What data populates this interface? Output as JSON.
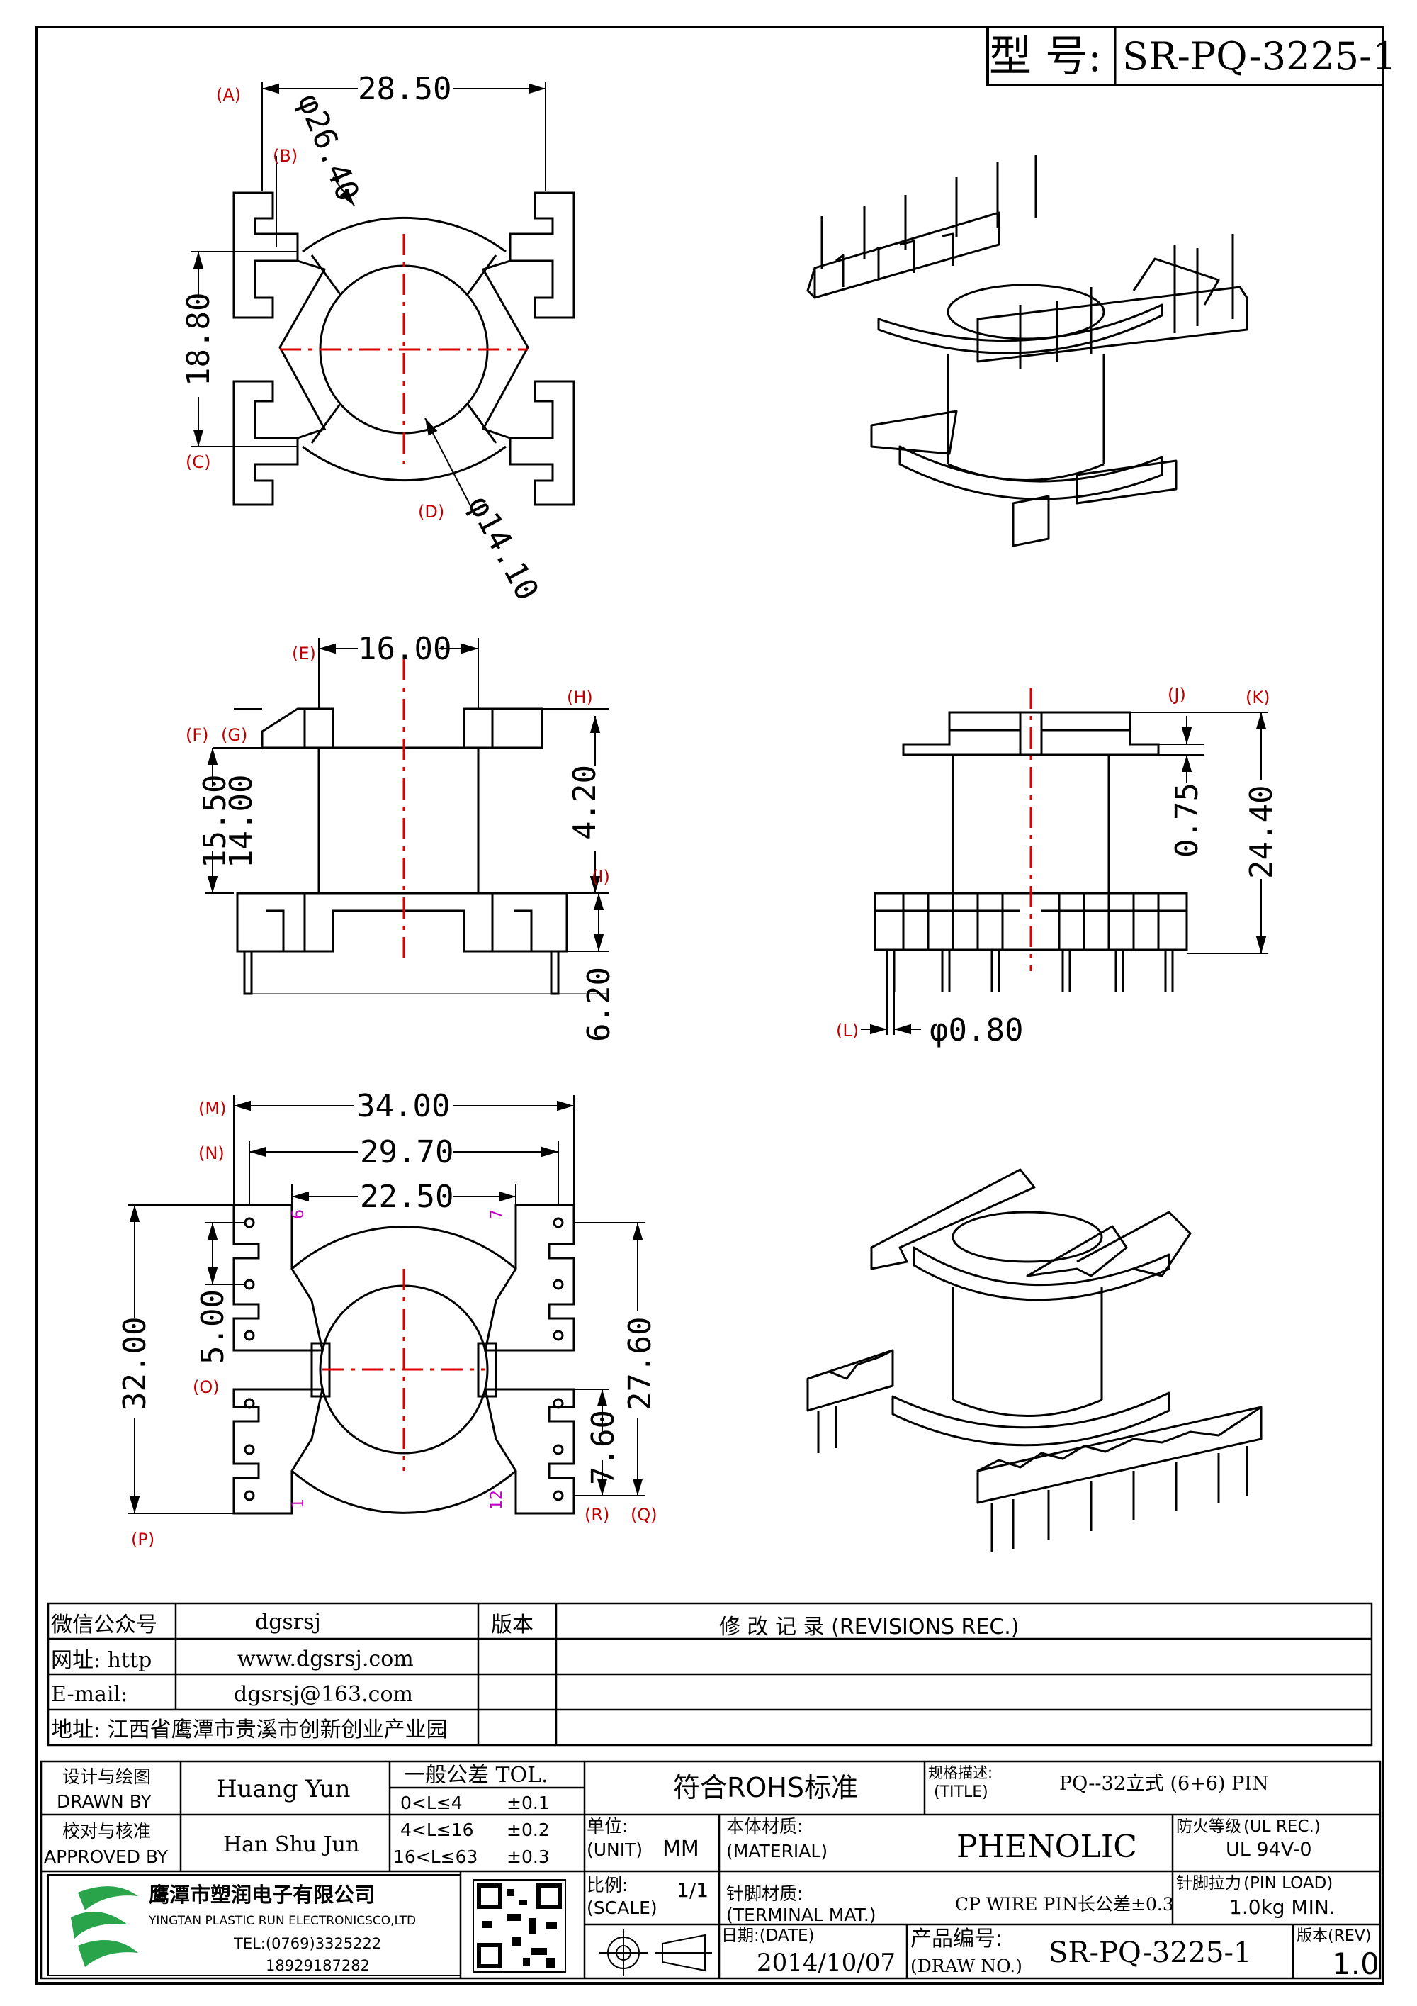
{
  "model_label": "型 号:",
  "model_number": "SR-PQ-3225-1",
  "top_view": {
    "dim_a": {
      "tag": "(A)",
      "value": "28.50"
    },
    "dim_b": {
      "tag": "(B)",
      "value": "φ26.40"
    },
    "dim_c": {
      "tag": "(C)",
      "value": "18.80"
    },
    "dim_d": {
      "tag": "(D)",
      "value": "φ14.10"
    }
  },
  "side_view": {
    "dim_e": {
      "tag": "(E)",
      "value": "16.00"
    },
    "tag_f": "(F)",
    "tag_g": "(G)",
    "dim_h": {
      "tag": "(H)",
      "value": "4.20"
    },
    "dim_i": {
      "tag": "(I)",
      "value": "6.20"
    },
    "dim_f_value": "15.50",
    "dim_g_value": "14.00"
  },
  "front_view": {
    "dim_j": {
      "tag": "(J)",
      "value": "0.75"
    },
    "dim_k": {
      "tag": "(K)",
      "value": "24.40"
    },
    "dim_l": {
      "tag": "(L)",
      "value": "φ0.80"
    }
  },
  "bottom_view": {
    "dim_m": {
      "tag": "(M)",
      "value": "34.00"
    },
    "dim_n": {
      "tag": "(N)",
      "value": "29.70"
    },
    "dim_r_value": "22.50",
    "dim_o": {
      "tag": "(O)",
      "value": "5.00"
    },
    "dim_p": {
      "tag": "(P)",
      "value": "32.00"
    },
    "dim_q": {
      "tag": "(Q)",
      "value": "27.60"
    },
    "dim_r": {
      "tag": "(R)",
      "value": "7.60"
    },
    "pin_labels": {
      "p6": "6",
      "p7": "7",
      "p1": "1",
      "p12": "12"
    }
  },
  "contact": {
    "wechat_label": "微信公众号",
    "wechat_value": "dgsrsj",
    "web_label": "网址: http",
    "web_value": "www.dgsrsj.com",
    "email_label": "E-mail:",
    "email_value": "dgsrsj@163.com",
    "address": "地址: 江西省鹰潭市贵溪市创新创业产业园",
    "version_header": "版本",
    "revisions_header": "修 改 记 录  (REVISIONS REC.)"
  },
  "title_block": {
    "drawn_by_label_cn": "设计与绘图",
    "drawn_by_label_en": "DRAWN BY",
    "drawn_by": "Huang Yun",
    "approved_label_cn": "校对与核准",
    "approved_label_en": "APPROVED BY",
    "approved_by": "Han Shu Jun",
    "tol_header": "一般公差 TOL.",
    "tol_rows": [
      {
        "range": "0<L≤4",
        "tol": "±0.1"
      },
      {
        "range": "4<L≤16",
        "tol": "±0.2"
      },
      {
        "range": "16<L≤63",
        "tol": "±0.3"
      }
    ],
    "rohs": "符合ROHS标准",
    "title_label_cn": "规格描述:",
    "title_label_en": "(TITLE)",
    "title_value": "PQ--32立式 (6+6) PIN",
    "unit_label_cn": "单位:",
    "unit_label_en": "(UNIT)",
    "unit_value": "MM",
    "material_label_cn": "本体材质:",
    "material_label_en": "(MATERIAL)",
    "material_value": "PHENOLIC",
    "ul_label_cn": "防火等级",
    "ul_label_en": "(UL REC.)",
    "ul_value": "UL 94V-0",
    "company_cn": "鹰潭市塑润电子有限公司",
    "company_en": "YINGTAN PLASTIC RUN ELECTRONICSCO,LTD",
    "tel": "TEL:(0769)3325222",
    "phone": "18929187282",
    "scale_label_cn": "比例:",
    "scale_label_en": "(SCALE)",
    "scale_value": "1/1",
    "terminal_label_cn": "针脚材质:",
    "terminal_label_en": "(TERMINAL MAT.)",
    "terminal_value": "CP WIRE  PIN长公差±0.3",
    "pin_load_label_cn": "针脚拉力",
    "pin_load_label_en": "(PIN LOAD)",
    "pin_load_value": "1.0kg MIN.",
    "date_label": "日期:(DATE)",
    "date_value": "2014/10/07",
    "drawno_label_cn": "产品编号:",
    "drawno_label_en": "(DRAW NO.)",
    "drawno_value": "SR-PQ-3225-1",
    "rev_label": "版本(REV)",
    "rev_value": "1.0"
  }
}
